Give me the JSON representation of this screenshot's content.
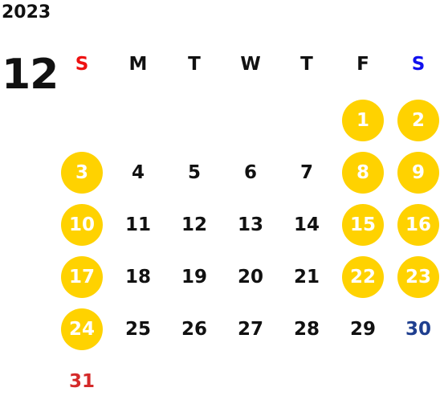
{
  "header": {
    "year": "2023",
    "month": "12"
  },
  "colors": {
    "highlight_bg": "#ffd200",
    "highlight_text": "#ffffff",
    "default_text": "#111111",
    "sunday": "#ee1111",
    "saturday": "#1111ee",
    "saturday_plain": "#1f3f8f",
    "sunday_plain": "#d42a2a"
  },
  "weekdays": [
    {
      "label": "S",
      "color": "#ee1111"
    },
    {
      "label": "M",
      "color": "#111111"
    },
    {
      "label": "T",
      "color": "#111111"
    },
    {
      "label": "W",
      "color": "#111111"
    },
    {
      "label": "T",
      "color": "#111111"
    },
    {
      "label": "F",
      "color": "#111111"
    },
    {
      "label": "S",
      "color": "#1111ee"
    }
  ],
  "days": [
    {
      "label": "1",
      "week": 0,
      "col": 5,
      "highlight": true
    },
    {
      "label": "2",
      "week": 0,
      "col": 6,
      "highlight": true
    },
    {
      "label": "3",
      "week": 1,
      "col": 0,
      "highlight": true
    },
    {
      "label": "4",
      "week": 1,
      "col": 1,
      "highlight": false
    },
    {
      "label": "5",
      "week": 1,
      "col": 2,
      "highlight": false
    },
    {
      "label": "6",
      "week": 1,
      "col": 3,
      "highlight": false
    },
    {
      "label": "7",
      "week": 1,
      "col": 4,
      "highlight": false
    },
    {
      "label": "8",
      "week": 1,
      "col": 5,
      "highlight": true
    },
    {
      "label": "9",
      "week": 1,
      "col": 6,
      "highlight": true
    },
    {
      "label": "10",
      "week": 2,
      "col": 0,
      "highlight": true
    },
    {
      "label": "11",
      "week": 2,
      "col": 1,
      "highlight": false
    },
    {
      "label": "12",
      "week": 2,
      "col": 2,
      "highlight": false
    },
    {
      "label": "13",
      "week": 2,
      "col": 3,
      "highlight": false
    },
    {
      "label": "14",
      "week": 2,
      "col": 4,
      "highlight": false
    },
    {
      "label": "15",
      "week": 2,
      "col": 5,
      "highlight": true
    },
    {
      "label": "16",
      "week": 2,
      "col": 6,
      "highlight": true
    },
    {
      "label": "17",
      "week": 3,
      "col": 0,
      "highlight": true
    },
    {
      "label": "18",
      "week": 3,
      "col": 1,
      "highlight": false
    },
    {
      "label": "19",
      "week": 3,
      "col": 2,
      "highlight": false
    },
    {
      "label": "20",
      "week": 3,
      "col": 3,
      "highlight": false
    },
    {
      "label": "21",
      "week": 3,
      "col": 4,
      "highlight": false
    },
    {
      "label": "22",
      "week": 3,
      "col": 5,
      "highlight": true
    },
    {
      "label": "23",
      "week": 3,
      "col": 6,
      "highlight": true
    },
    {
      "label": "24",
      "week": 4,
      "col": 0,
      "highlight": true
    },
    {
      "label": "25",
      "week": 4,
      "col": 1,
      "highlight": false
    },
    {
      "label": "26",
      "week": 4,
      "col": 2,
      "highlight": false
    },
    {
      "label": "27",
      "week": 4,
      "col": 3,
      "highlight": false
    },
    {
      "label": "28",
      "week": 4,
      "col": 4,
      "highlight": false
    },
    {
      "label": "29",
      "week": 4,
      "col": 5,
      "highlight": false
    },
    {
      "label": "30",
      "week": 4,
      "col": 6,
      "highlight": false,
      "color": "#1f3f8f"
    },
    {
      "label": "31",
      "week": 5,
      "col": 0,
      "highlight": false,
      "color": "#d42a2a"
    }
  ]
}
